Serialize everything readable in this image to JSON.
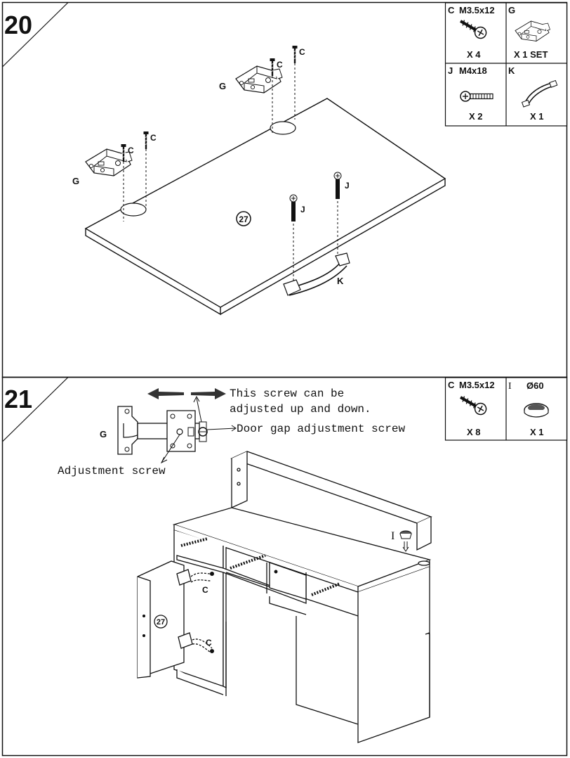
{
  "steps": [
    {
      "number": "20",
      "parts": [
        {
          "code": "C",
          "spec": "M3.5x12",
          "qty": "X 4",
          "icon": "wood-screw-icon"
        },
        {
          "code": "G",
          "spec": "",
          "qty": "X 1 SET",
          "icon": "hinge-icon"
        },
        {
          "code": "J",
          "spec": "M4x18",
          "qty": "X 2",
          "icon": "machine-screw-icon"
        },
        {
          "code": "K",
          "spec": "",
          "qty": "X 1",
          "icon": "handle-icon"
        }
      ],
      "labels": {
        "c": "C",
        "g": "G",
        "j": "J",
        "k": "K",
        "panel": "27"
      }
    },
    {
      "number": "21",
      "parts": [
        {
          "code": "C",
          "spec": "M3.5x12",
          "qty": "X 8",
          "icon": "wood-screw-icon"
        },
        {
          "code": "I",
          "spec": "Ø60",
          "qty": "X 1",
          "icon": "grommet-icon"
        }
      ],
      "labels": {
        "g": "G",
        "c": "C",
        "i": "I",
        "panel": "27"
      },
      "notes": {
        "up_down_1": "This screw can be",
        "up_down_2": "adjusted up and down.",
        "door_gap": "Door gap adjustment screw",
        "adjustment": "Adjustment screw"
      }
    }
  ]
}
